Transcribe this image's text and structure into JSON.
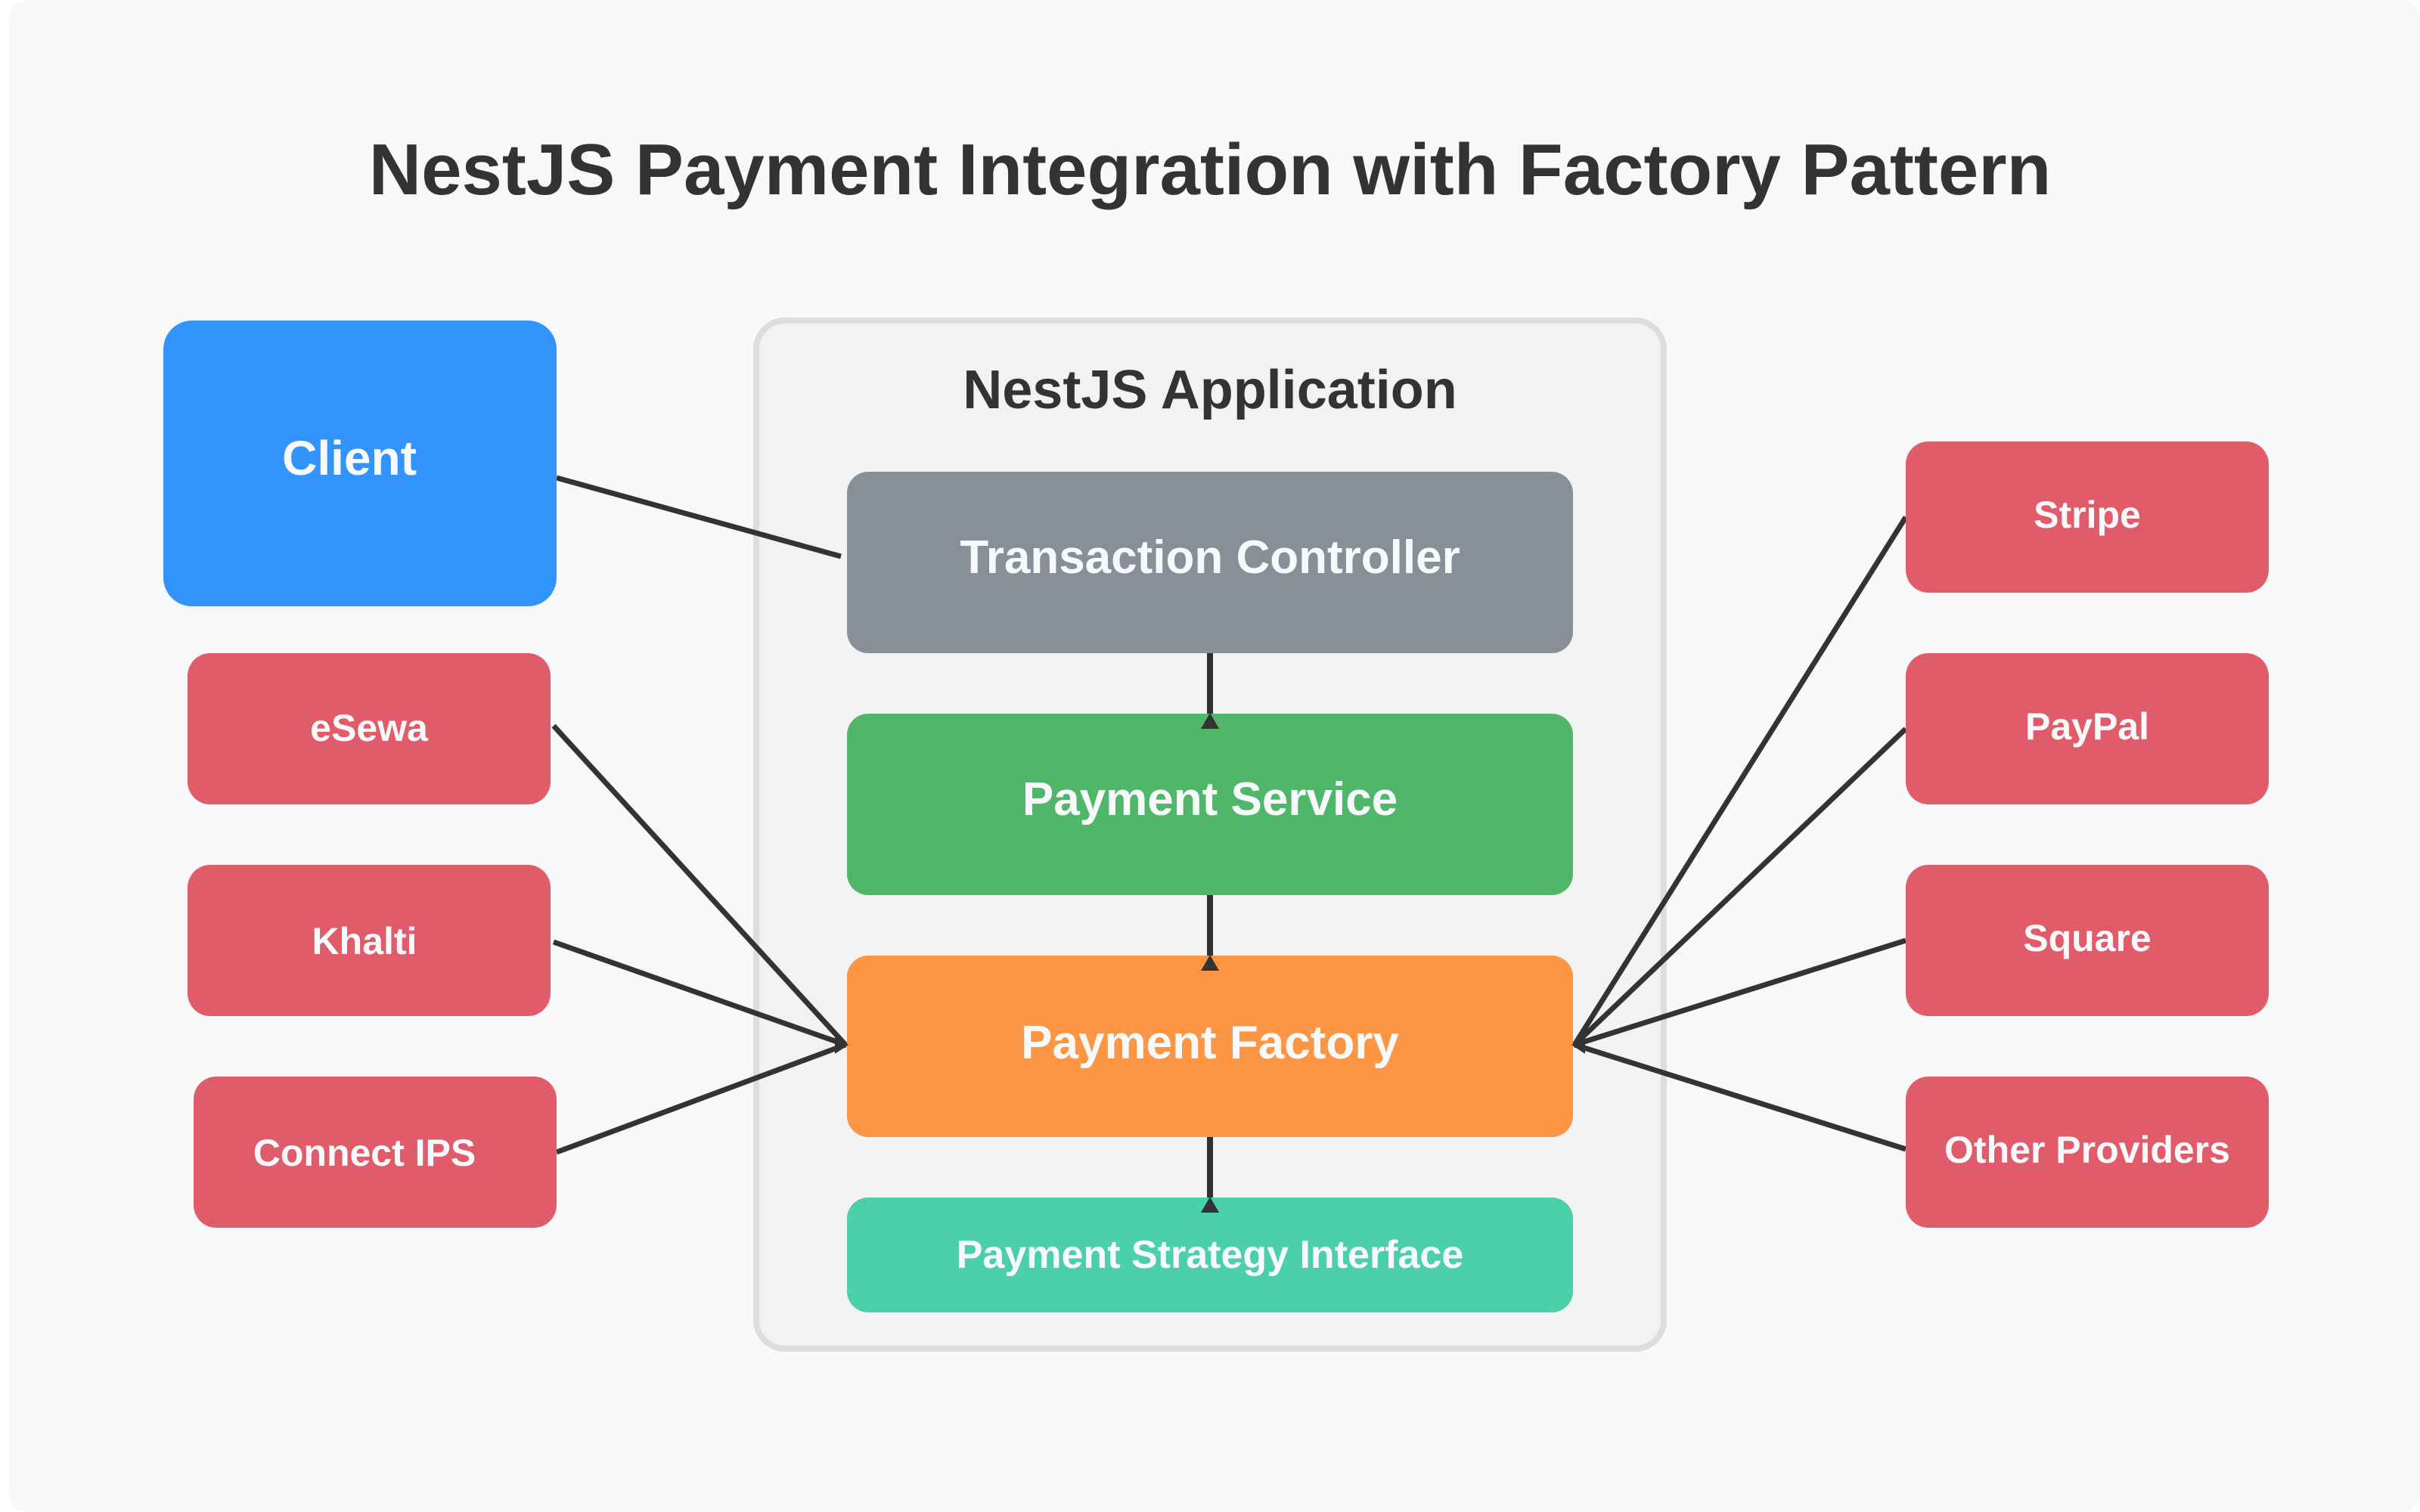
{
  "title": "NestJS Payment Integration with Factory Pattern",
  "colors": {
    "background": "#f7f8fa",
    "app_container_fill": "#f2f2f2",
    "app_container_stroke": "#dddddd",
    "client": "#3393fd",
    "controller": "#888f96",
    "service": "#50b66a",
    "factory": "#fd9644",
    "strategy": "#4bd0a9",
    "provider": "#e05c6b",
    "connector": "#333333",
    "text_dark": "#333333",
    "text_light": "#f8f9fb"
  },
  "client": {
    "label": "Client"
  },
  "app": {
    "label": "NestJS Application",
    "layers": [
      {
        "id": "controller",
        "label": "Transaction Controller"
      },
      {
        "id": "service",
        "label": "Payment Service"
      },
      {
        "id": "factory",
        "label": "Payment Factory"
      },
      {
        "id": "strategy",
        "label": "Payment Strategy Interface"
      }
    ]
  },
  "providers_left": [
    {
      "label": "eSewa"
    },
    {
      "label": "Khalti"
    },
    {
      "label": "Connect IPS"
    }
  ],
  "providers_right": [
    {
      "label": "Stripe"
    },
    {
      "label": "PayPal"
    },
    {
      "label": "Square"
    },
    {
      "label": "Other Providers"
    }
  ]
}
